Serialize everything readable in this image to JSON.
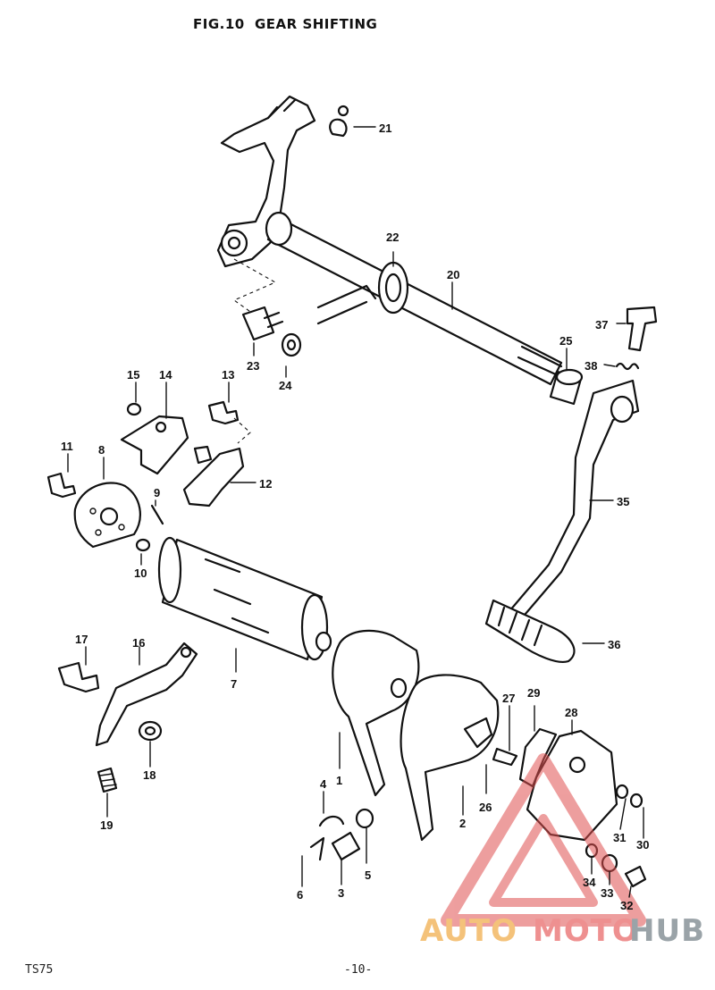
{
  "header": {
    "figure": "FIG.10",
    "title": "GEAR SHIFTING"
  },
  "footer": {
    "model": "TS75",
    "page": "-10-"
  },
  "watermark": {
    "part1": "AUTO",
    "part2": "MOTO",
    "part3": "HUB",
    "logo_color": "#e05050"
  },
  "callouts": {
    "c1": "1",
    "c2": "2",
    "c3": "3",
    "c4": "4",
    "c5": "5",
    "c6": "6",
    "c7": "7",
    "c8": "8",
    "c9": "9",
    "c10": "10",
    "c11": "11",
    "c12": "12",
    "c13": "13",
    "c14": "14",
    "c15": "15",
    "c16": "16",
    "c17": "17",
    "c18": "18",
    "c19": "19",
    "c20": "20",
    "c21": "21",
    "c22": "22",
    "c23": "23",
    "c24": "24",
    "c25": "25",
    "c26": "26",
    "c27": "27",
    "c28": "28",
    "c29": "29",
    "c30": "30",
    "c31": "31",
    "c32": "32",
    "c33": "33",
    "c34": "34",
    "c35": "35",
    "c36": "36",
    "c37": "37",
    "c38": "38"
  }
}
